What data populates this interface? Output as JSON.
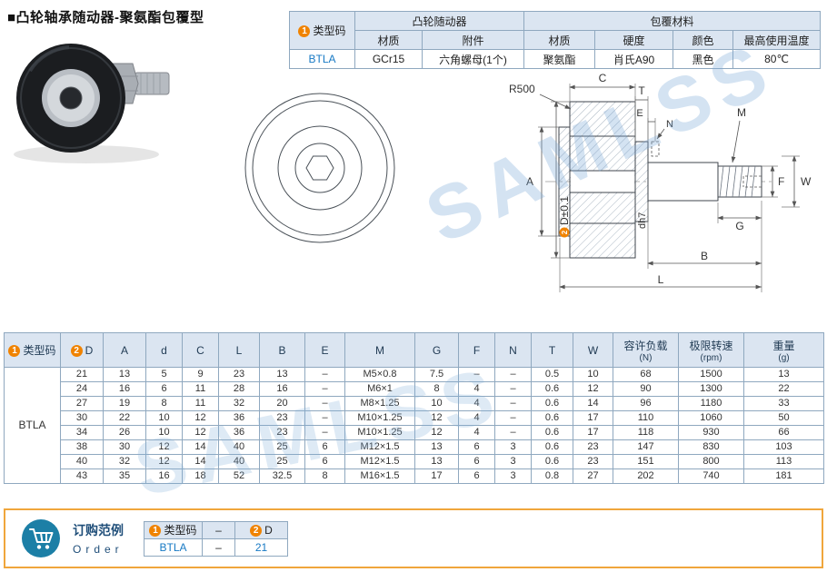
{
  "title": "■凸轮轴承随动器-聚氨酯包覆型",
  "watermark": "SAMLSS",
  "badge_1": "1",
  "badge_2": "2",
  "colors": {
    "accent_orange": "#F08300",
    "value_blue": "#1779C4",
    "table_header_bg": "#DBE5F1",
    "table_border": "#8FA8BF",
    "order_box_border": "#F0A63C",
    "cart_icon_teal": "#1C7FA6",
    "watermark_blue": "#7DAAD7"
  },
  "spec_table": {
    "type_code_label": "类型码",
    "group_cam": "凸轮随动器",
    "group_coating": "包覆材料",
    "sub_headers": [
      "材质",
      "附件",
      "材质",
      "硬度",
      "颜色",
      "最高使用温度"
    ],
    "values": [
      "BTLA",
      "GCr15",
      "六角螺母(1个)",
      "聚氨酯",
      "肖氏A90",
      "黑色",
      "80℃"
    ]
  },
  "drawing": {
    "r500": "R500",
    "c": "C",
    "t": "T",
    "e": "E",
    "n": "N",
    "m": "M",
    "a": "A",
    "d_tol": "D±0.1",
    "dh7": "dh7",
    "f": "F",
    "w": "W",
    "g": "G",
    "b": "B",
    "l": "L"
  },
  "main_table": {
    "col_type": "类型码",
    "col_d": "D",
    "cols": [
      "A",
      "d",
      "C",
      "L",
      "B",
      "E",
      "M",
      "G",
      "F",
      "N",
      "T",
      "W"
    ],
    "col_load": "容许负载",
    "col_load_unit": "(N)",
    "col_speed": "极限转速",
    "col_speed_unit": "(rpm)",
    "col_weight": "重量",
    "col_weight_unit": "(g)",
    "type_code": "BTLA",
    "rows": [
      [
        "21",
        "13",
        "5",
        "9",
        "23",
        "13",
        "–",
        "M5×0.8",
        "7.5",
        "–",
        "–",
        "0.5",
        "10",
        "68",
        "1500",
        "13"
      ],
      [
        "24",
        "16",
        "6",
        "11",
        "28",
        "16",
        "–",
        "M6×1",
        "8",
        "4",
        "–",
        "0.6",
        "12",
        "90",
        "1300",
        "22"
      ],
      [
        "27",
        "19",
        "8",
        "11",
        "32",
        "20",
        "–",
        "M8×1.25",
        "10",
        "4",
        "–",
        "0.6",
        "14",
        "96",
        "1180",
        "33"
      ],
      [
        "30",
        "22",
        "10",
        "12",
        "36",
        "23",
        "–",
        "M10×1.25",
        "12",
        "4",
        "–",
        "0.6",
        "17",
        "110",
        "1060",
        "50"
      ],
      [
        "34",
        "26",
        "10",
        "12",
        "36",
        "23",
        "–",
        "M10×1.25",
        "12",
        "4",
        "–",
        "0.6",
        "17",
        "118",
        "930",
        "66"
      ],
      [
        "38",
        "30",
        "12",
        "14",
        "40",
        "25",
        "6",
        "M12×1.5",
        "13",
        "6",
        "3",
        "0.6",
        "23",
        "147",
        "830",
        "103"
      ],
      [
        "40",
        "32",
        "12",
        "14",
        "40",
        "25",
        "6",
        "M12×1.5",
        "13",
        "6",
        "3",
        "0.6",
        "23",
        "151",
        "800",
        "113"
      ],
      [
        "43",
        "35",
        "16",
        "18",
        "52",
        "32.5",
        "8",
        "M16×1.5",
        "17",
        "6",
        "3",
        "0.8",
        "27",
        "202",
        "740",
        "181"
      ]
    ]
  },
  "order": {
    "label_cn": "订购范例",
    "label_en": "Order",
    "col_type": "类型码",
    "col_sep": "–",
    "col_d": "D",
    "row_type": "BTLA",
    "row_sep": "–",
    "row_d": "21"
  }
}
